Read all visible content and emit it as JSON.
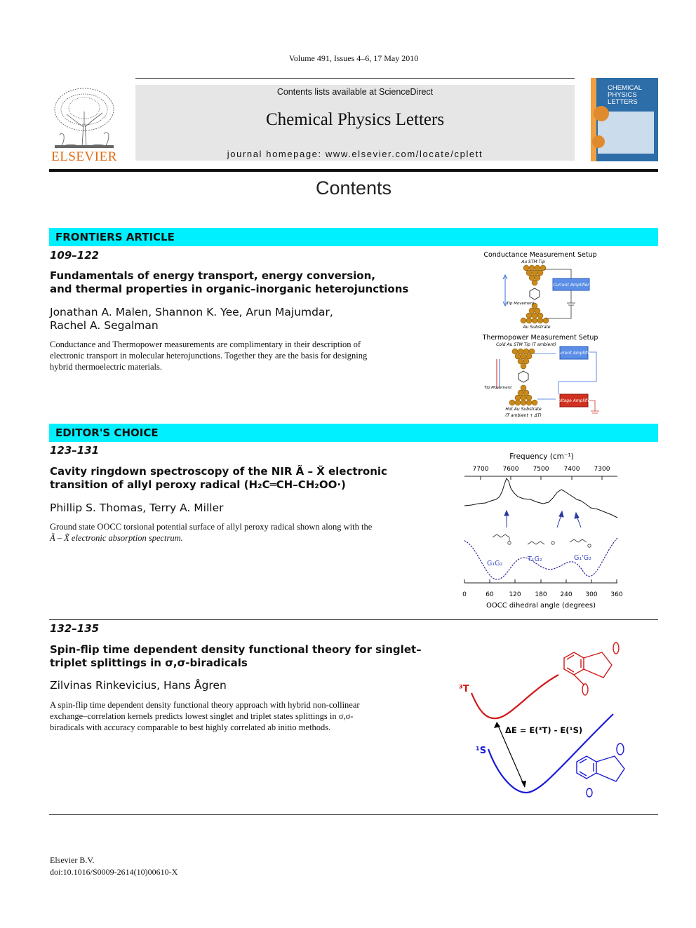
{
  "header": {
    "volume_line": "Volume 491, Issues 4–6, 17 May 2010",
    "publisher_logo_text": "ELSEVIER",
    "contents_available": "Contents lists available at ScienceDirect",
    "journal_title": "Chemical Physics Letters",
    "homepage": "journal homepage: www.elsevier.com/locate/cplett",
    "cover_title_lines": [
      "CHEMICAL",
      "PHYSICS",
      "LETTERS"
    ]
  },
  "page_title": "Contents",
  "sections": [
    {
      "heading": "FRONTIERS ARTICLE",
      "pages": "109–122",
      "title_lines": [
        "Fundamentals of energy transport, energy conversion,",
        "and thermal properties in organic–inorganic heterojunctions"
      ],
      "author_lines": [
        "Jonathan A. Malen, Shannon K. Yee, Arun Majumdar,",
        "Rachel A. Segalman"
      ],
      "abstract_lines": [
        "Conductance and Thermopower measurements are complimentary in their description of",
        "electronic transport in molecular heterojunctions. Together they are the basis for designing",
        "hybrid thermoelectric materials."
      ],
      "figure": {
        "title1": "Conductance Measurement Setup",
        "tip1": "Au STM Tip",
        "amp1": "Current Amplifier",
        "move1": "Tip Movement",
        "sub1": "Au Substrate",
        "title2": "Thermopower Measurement Setup",
        "tip2": "Cold Au STM Tip (T ambient)",
        "amp2": "Current Amplifier",
        "move2": "Tip Movement",
        "volt": "Voltage Amplifier",
        "sub2": "Hot Au Substrate",
        "sub2b": "(T ambient + ΔT)"
      }
    },
    {
      "heading": "EDITOR'S CHOICE",
      "pages": "123–131",
      "title_lines": [
        "Cavity ringdown spectroscopy of the NIR Ã – X̃ electronic",
        "transition of allyl peroxy radical  (H₂C═CH–CH₂OO·)"
      ],
      "author_lines": [
        "Phillip S. Thomas, Terry A. Miller"
      ],
      "abstract_lines": [
        "Ground state OOCC torsional potential surface of allyl peroxy radical shown along with the",
        "Ã – X̃ electronic absorption spectrum."
      ],
      "figure": {
        "top_axis_label": "Frequency (cm⁻¹)",
        "top_ticks": [
          "7700",
          "7600",
          "7500",
          "7400",
          "7300"
        ],
        "bottom_ticks": [
          "0",
          "60",
          "120",
          "180",
          "240",
          "300",
          "360"
        ],
        "bottom_axis_label": "OOCC dihedral angle (degrees)",
        "conformers": [
          "G₁G₂",
          "T₁G₂",
          "G₁'G₂"
        ]
      }
    },
    {
      "heading": "",
      "pages": "132–135",
      "title_lines": [
        "Spin-flip time dependent density functional theory for singlet–",
        "triplet splittings in σ,σ-biradicals"
      ],
      "author_lines": [
        "Zilvinas Rinkevicius, Hans Ågren"
      ],
      "abstract_lines": [
        "A spin-flip time dependent density functional theory approach with hybrid non-collinear",
        "exchange–correlation kernels predicts lowest singlet and triplet states splittings in σ,σ-",
        "biradicals with accuracy comparable to best highly correlated ab initio methods."
      ],
      "figure": {
        "triplet_label": "³T",
        "singlet_label": "¹S",
        "equation": "ΔE = E(³T) - E(¹S)",
        "triplet_color": "#d01818",
        "singlet_color": "#1a1ad8"
      }
    }
  ],
  "footer": {
    "publisher": "Elsevier B.V.",
    "doi": "doi:10.1016/S0009-2614(10)00610-X"
  },
  "colors": {
    "section_band": "#00f0ff",
    "banner_gray": "#e6e6e6",
    "elsevier_orange": "#e06a10"
  }
}
